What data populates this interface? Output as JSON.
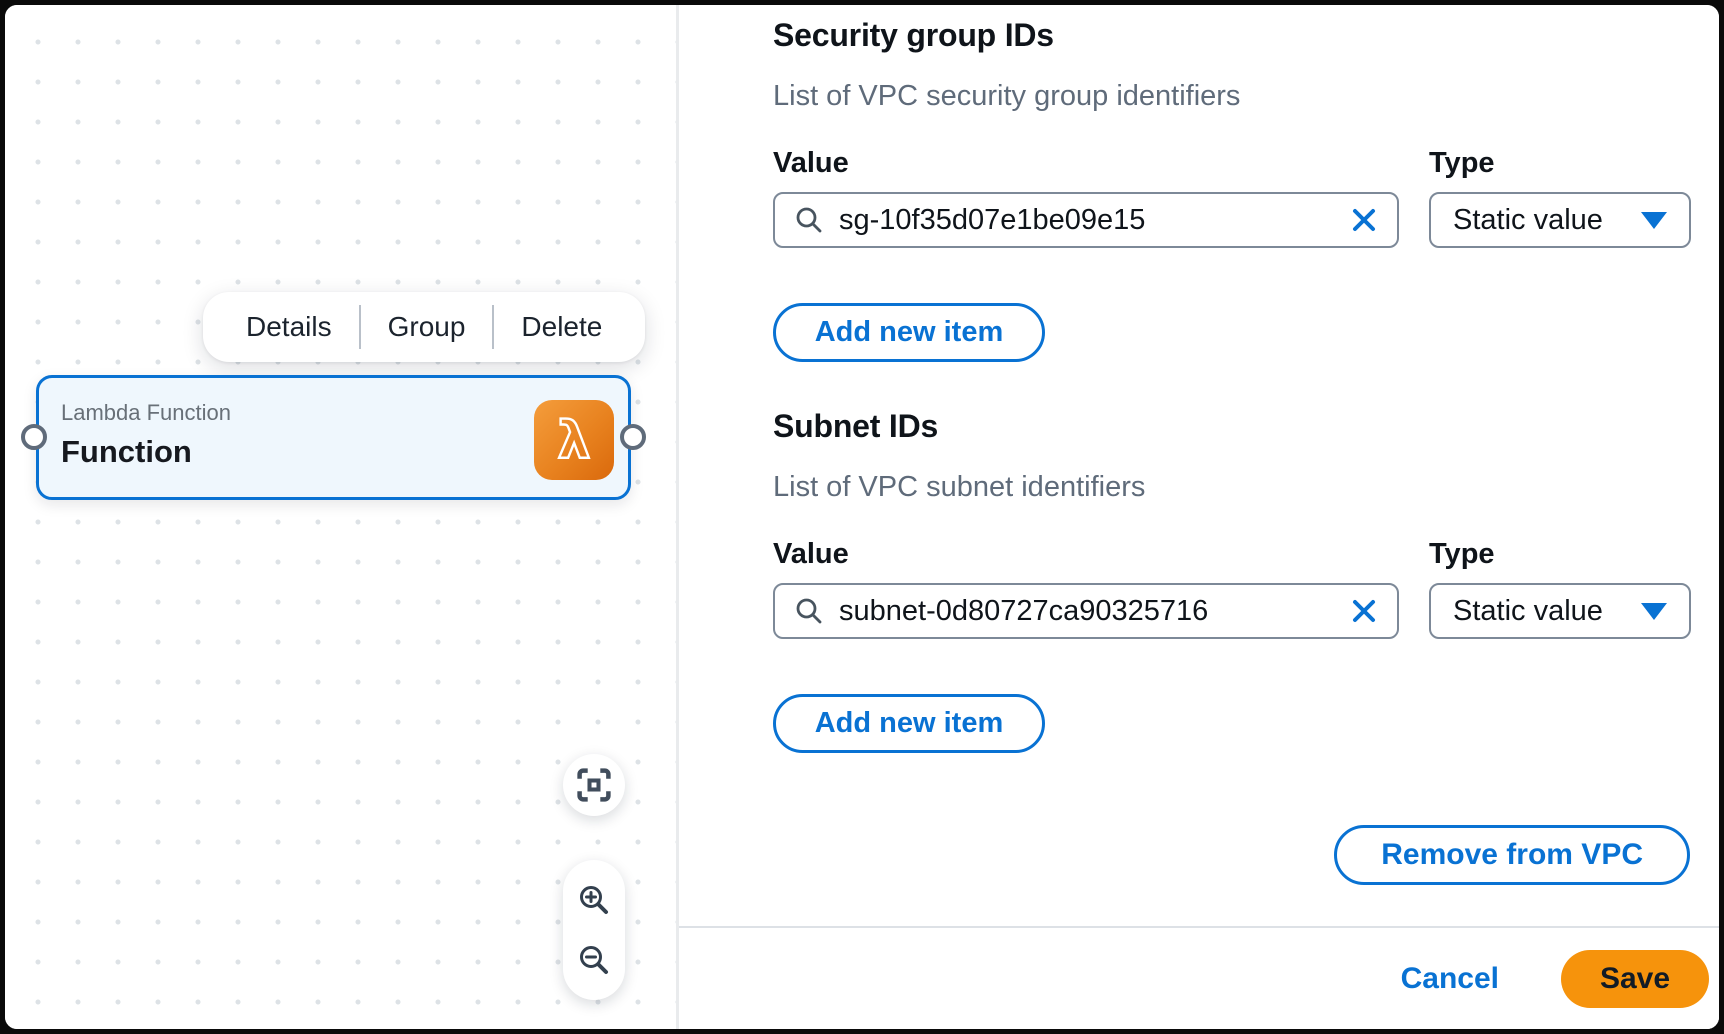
{
  "canvas": {
    "context_menu": {
      "items": [
        "Details",
        "Group",
        "Delete"
      ]
    },
    "node": {
      "subtitle": "Lambda Function",
      "title": "Function",
      "icon": "lambda-icon",
      "lambda_glyph": "λ"
    },
    "controls": {
      "fit_view_icon": "fit-view-icon",
      "zoom_in_icon": "zoom-in-icon",
      "zoom_out_icon": "zoom-out-icon"
    }
  },
  "panel": {
    "sections": [
      {
        "heading": "Security group IDs",
        "description": "List of VPC security group identifiers",
        "value_label": "Value",
        "type_label": "Type",
        "value": "sg-10f35d07e1be09e15",
        "type_value": "Static value",
        "add_button_label": "Add new item"
      },
      {
        "heading": "Subnet IDs",
        "description": "List of VPC subnet identifiers",
        "value_label": "Value",
        "type_label": "Type",
        "value": "subnet-0d80727ca90325716",
        "type_value": "Static value",
        "add_button_label": "Add new item"
      }
    ],
    "remove_button_label": "Remove from VPC",
    "footer": {
      "cancel_label": "Cancel",
      "save_label": "Save"
    }
  },
  "colors": {
    "accent_blue": "#0972d3",
    "save_orange": "#f6930c",
    "lambda_orange_light": "#f49d3c",
    "lambda_orange_dark": "#da690c",
    "node_fill": "#eff7fd",
    "text_dark": "#0f141a",
    "text_gray": "#5f6b7a",
    "input_border": "#7d8998",
    "grid_dot": "#dde2e6"
  }
}
